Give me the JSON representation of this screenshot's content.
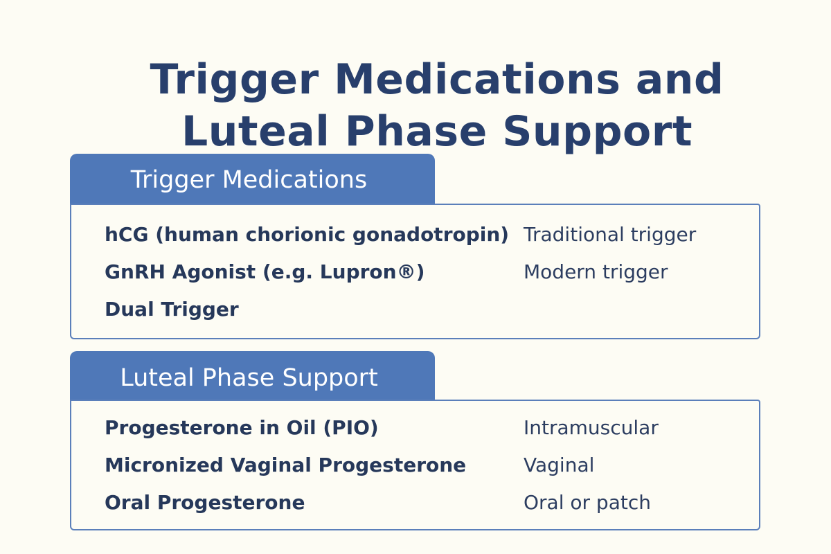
{
  "title": {
    "line1": "Trigger Medications and",
    "line2": "Luteal Phase Support"
  },
  "sections": [
    {
      "heading": "Trigger Medications",
      "rows": [
        {
          "name": "hCG (human chorionic gonadotropin)",
          "desc": "Traditional trigger"
        },
        {
          "name": "GnRH Agonist (e.g. Lupron®)",
          "desc": "Modern trigger"
        },
        {
          "name": "Dual Trigger",
          "desc": ""
        }
      ]
    },
    {
      "heading": "Luteal Phase Support",
      "rows": [
        {
          "name": "Progesterone in Oil (PIO)",
          "desc": "Intramuscular"
        },
        {
          "name": "Micronized Vaginal Progesterone",
          "desc": "Vaginal"
        },
        {
          "name": "Oral Progesterone",
          "desc": "Oral or patch"
        }
      ]
    }
  ],
  "colors": {
    "background": "#fdfcf4",
    "accent": "#4f78b8",
    "title": "#283f6c"
  }
}
